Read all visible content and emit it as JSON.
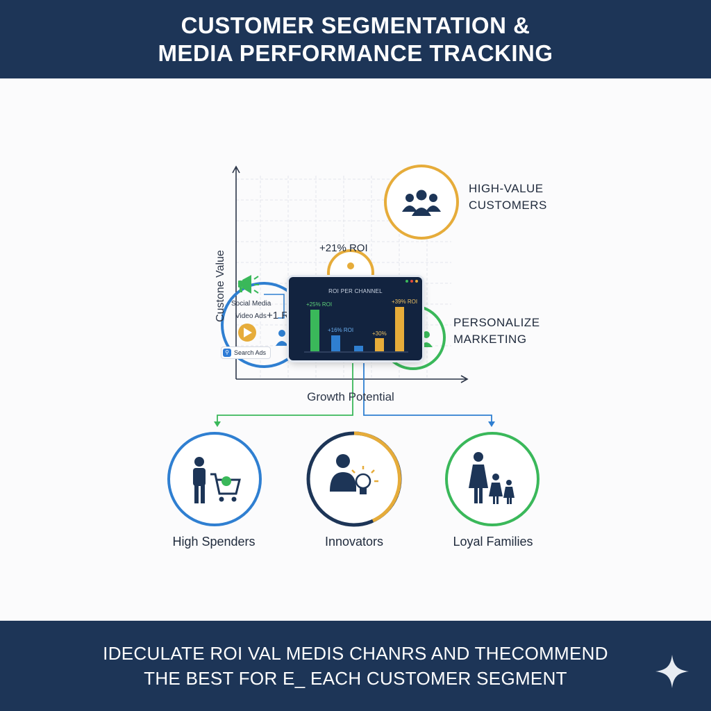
{
  "header": {
    "title_line1": "CUSTOMER SEGMENTATION &",
    "title_line2": "MEDIA PERFORMANCE TRACKING"
  },
  "matrix": {
    "y_axis_label": "Custone Value",
    "x_axis_label": "Growth Potential",
    "roi_top": "+21% ROI",
    "channels": {
      "social": "Social Media",
      "video": "Video Ads",
      "video_value": "+1 R",
      "search": "Search Ads"
    }
  },
  "dashboard": {
    "title": "ROI PER CHANNEL",
    "bar_labels": [
      "+25% ROI",
      "+16% ROI",
      "+30%",
      "+39% ROI"
    ]
  },
  "right_nodes": {
    "high_value_line1": "HIGH-VALUE",
    "high_value_line2": "CUSTOMERS",
    "personalize_line1": "PERSONALIZE",
    "personalize_line2": "MARKETING"
  },
  "segments": [
    {
      "label": "High Spenders",
      "icon": "shopper-cart-icon",
      "color": "#2f7fd1"
    },
    {
      "label": "Innovators",
      "icon": "person-lightbulb-icon",
      "color": "#e6ac3a"
    },
    {
      "label": "Loyal Families",
      "icon": "family-icon",
      "color": "#3ab85a"
    }
  ],
  "footer": {
    "line1": "IDECULATE ROI VAL MEDIS CHANRS AND THECOMMEND",
    "line2": "THE BEST FOR E_ EACH CUSTOMER SEGMENT"
  },
  "colors": {
    "navy": "#1d3557",
    "blue": "#2f7fd1",
    "yellow": "#e6ac3a",
    "green": "#3ab85a"
  }
}
